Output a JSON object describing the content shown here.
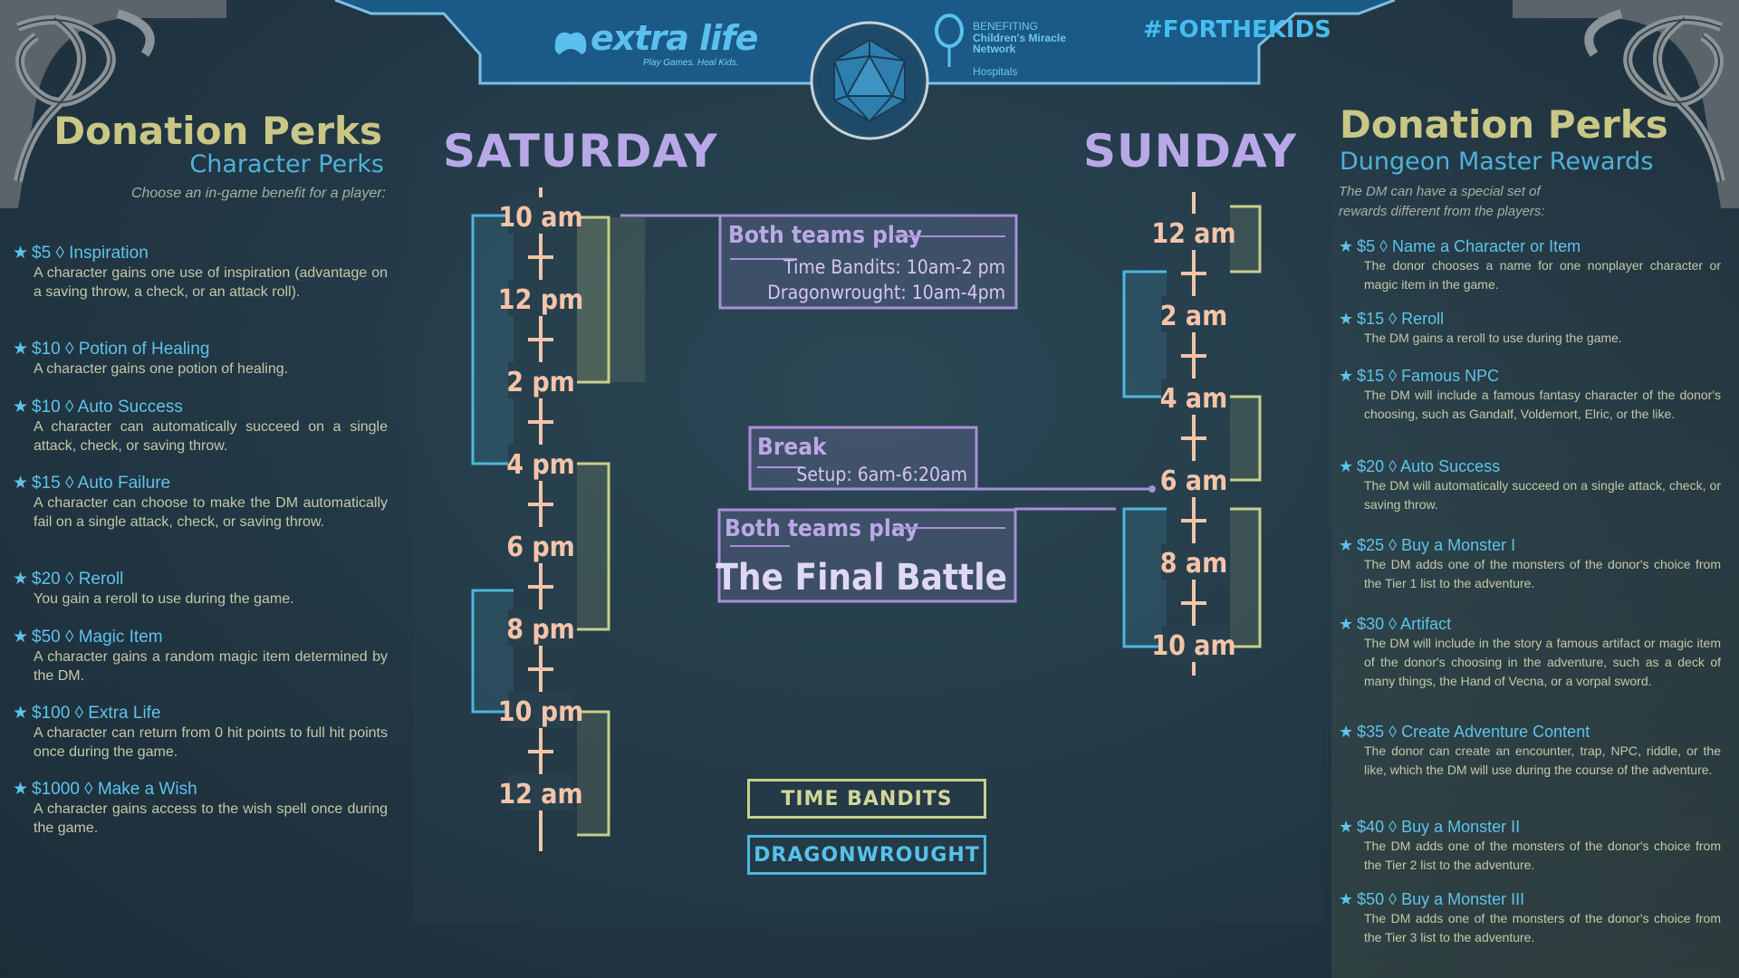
{
  "header": {
    "logo_text": "extra life",
    "logo_tagline": "Play Games. Heal Kids.",
    "benefit_line1": "BENEFITING",
    "benefit_line2": "Children's Miracle Network",
    "benefit_line3": "Hospitals",
    "hashtag": "#FORTHEKIDS"
  },
  "left_panel": {
    "title": "Donation Perks",
    "subtitle": "Character Perks",
    "intro": "Choose an in-game benefit for a player:",
    "perks": [
      {
        "price": "$5",
        "name": "Inspiration",
        "desc": "A character gains one use of inspiration (advantage on a saving throw, a check, or an attack roll)."
      },
      {
        "price": "$10",
        "name": "Potion of Healing",
        "desc": "A character gains one potion of healing."
      },
      {
        "price": "$10",
        "name": "Auto Success",
        "desc": "A character can automatically succeed on a single attack, check, or saving throw."
      },
      {
        "price": "$15",
        "name": "Auto Failure",
        "desc": "A character can choose to make the DM automatically fail on a single attack, check, or saving throw."
      },
      {
        "price": "$20",
        "name": "Reroll",
        "desc": "You gain a reroll to use during the game."
      },
      {
        "price": "$50",
        "name": "Magic Item",
        "desc": "A character gains a random magic item determined by the DM."
      },
      {
        "price": "$100",
        "name": "Extra Life",
        "desc": "A character can return from 0 hit points to full hit points once during the game."
      },
      {
        "price": "$1000",
        "name": "Make a Wish",
        "desc": "A character gains access to the wish spell once during the game."
      }
    ]
  },
  "right_panel": {
    "title": "Donation Perks",
    "subtitle": "Dungeon Master Rewards",
    "intro": "The DM can have a special set of rewards different from the players:",
    "perks": [
      {
        "price": "$5",
        "name": "Name a Character or Item",
        "desc": "The donor chooses a name for one nonplayer character or magic item in the game."
      },
      {
        "price": "$15",
        "name": "Reroll",
        "desc": "The DM gains a reroll to use during the game."
      },
      {
        "price": "$15",
        "name": "Famous NPC",
        "desc": "The DM will include a famous fantasy character of the donor's choosing, such as Gandalf, Voldemort, Elric, or the like."
      },
      {
        "price": "$20",
        "name": "Auto Success",
        "desc": "The DM will automatically succeed on a single attack, check, or saving throw."
      },
      {
        "price": "$25",
        "name": "Buy a Monster I",
        "desc": "The DM adds one of the monsters of the donor's choice from the Tier 1 list to the adventure."
      },
      {
        "price": "$30",
        "name": "Artifact",
        "desc": "The DM will include in the story a famous artifact or magic item of the donor's choosing in the adventure, such as a deck of many things, the Hand of Vecna, or a vorpal sword."
      },
      {
        "price": "$35",
        "name": "Create Adventure Content",
        "desc": "The donor can create an encounter, trap, NPC, riddle, or the like, which the DM will use during the course of the adventure."
      },
      {
        "price": "$40",
        "name": "Buy a Monster II",
        "desc": "The DM adds one of the monsters of the donor's choice from the Tier 2 list to the adventure."
      },
      {
        "price": "$50",
        "name": "Buy a Monster III",
        "desc": "The DM adds one of the monsters of the donor's choice from the Tier 3 list to the adventure."
      }
    ]
  },
  "schedule": {
    "saturday_title": "SATURDAY",
    "sunday_title": "SUNDAY",
    "saturday_times": [
      "10 am",
      "12 pm",
      "2 pm",
      "4 pm",
      "6 pm",
      "8 pm",
      "10 pm",
      "12 am"
    ],
    "sunday_times": [
      "12 am",
      "2 am",
      "4 am",
      "6 am",
      "8 am",
      "10 am"
    ],
    "box1": {
      "title": "Both teams play",
      "line1": "Time Bandits: 10am-2 pm",
      "line2": "Dragonwrought: 10am-4pm"
    },
    "box2": {
      "title": "Break",
      "line1": "Setup: 6am-6:20am"
    },
    "box3": {
      "title": "Both teams play",
      "line1": "The Final Battle"
    },
    "legend_time_bandits": "TIME BANDITS",
    "legend_dragonwrought": "DRAGONWROUGHT"
  },
  "colors": {
    "time_bandits": "#c8cf8a",
    "dragonwrought": "#4cb7de",
    "both": "#a88fd8",
    "time_text": "#f4c4a8"
  }
}
